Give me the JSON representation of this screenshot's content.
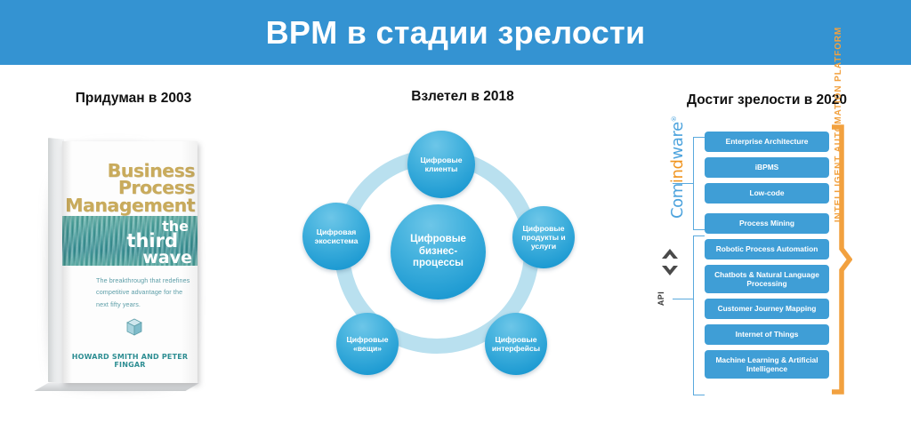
{
  "header": {
    "title": "BPM в стадии зрелости",
    "bg_color": "#3493d2",
    "text_color": "#ffffff"
  },
  "columns": {
    "left_heading": "Придуман в 2003",
    "center_heading": "Взлетел в 2018",
    "right_heading": "Достиг зрелости в 2020"
  },
  "book": {
    "title_line1": "Business",
    "title_line2": "Process",
    "title_line3": "Management",
    "the": "the",
    "third": "third",
    "wave": "wave",
    "subtitle": "The breakthrough that redefines competitive advantage for the next fifty years.",
    "authors": "HOWARD SMITH AND PETER FINGAR",
    "title_color": "#c9ab5c",
    "wave_color": "#3c9a98",
    "authors_color": "#2e8e93",
    "cube_icon": "cube-icon"
  },
  "circle_diagram": {
    "center": "Цифровые бизнес-процессы",
    "ring_color": "#b9e0ef",
    "bubble_color": "#1d9ad2",
    "satellites": [
      {
        "id": "clients",
        "label": "Цифровые клиенты"
      },
      {
        "id": "products",
        "label": "Цифровые продукты и услуги"
      },
      {
        "id": "interfaces",
        "label": "Цифровые интерфейсы"
      },
      {
        "id": "things",
        "label": "Цифровые «вещи»"
      },
      {
        "id": "ecosystem",
        "label": "Цифровая экосистема"
      }
    ]
  },
  "platform": {
    "logo": {
      "part1": "Com",
      "part2": "ind",
      "part3": "ware",
      "tm": "®",
      "color_blue": "#4da3dd",
      "color_orange": "#f0941f"
    },
    "api_label": "API",
    "api_arrows_icon": "double-chevron-vertical-icon",
    "bracket_label": "INTELLIGENT AUTOMATION PLATFORM",
    "bracket_color": "#f2a13f",
    "box_color": "#3f9ed6",
    "group_top": [
      "Enterprise Architecture",
      "iBPMS",
      "Low-code"
    ],
    "group_bottom": [
      "Process Mining",
      "Robotic Process Automation",
      "Chatbots & Natural Language Processing",
      "Customer Journey Mapping",
      "Internet of Things",
      "Machine Learning & Artificial Intelligence"
    ]
  }
}
